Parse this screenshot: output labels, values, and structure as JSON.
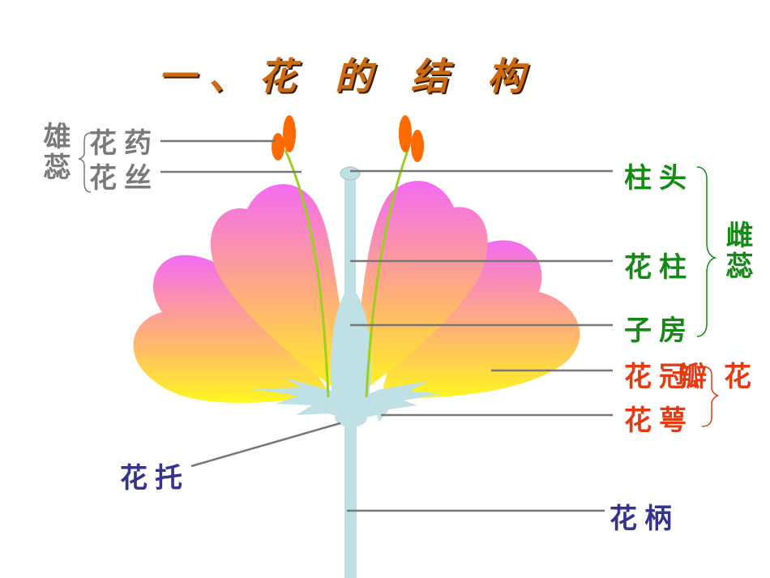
{
  "title": "一、花 的 结 构",
  "labels": {
    "stamen": "雄蕊",
    "anther": "花药",
    "filament": "花丝",
    "stigma": "柱头",
    "style": "花柱",
    "ovary": "子房",
    "pistil": "雌蕊",
    "petal": "花冠",
    "petal_overlay": "瓣",
    "sepal": "花萼",
    "perianth": "花",
    "receptacle": "花托",
    "pedicel": "花柄"
  },
  "colors": {
    "title": "#cc6a10",
    "stamen_labels": "#7a7a7a",
    "pistil_labels": "#138a13",
    "perianth_labels": "#e33c14",
    "base_labels": "#34348e",
    "petal_top": "#f16cf0",
    "petal_bottom": "#fff51e",
    "stem": "#bfe0e4",
    "anther": "#ff6a00",
    "filament": "#9ccf1e"
  }
}
